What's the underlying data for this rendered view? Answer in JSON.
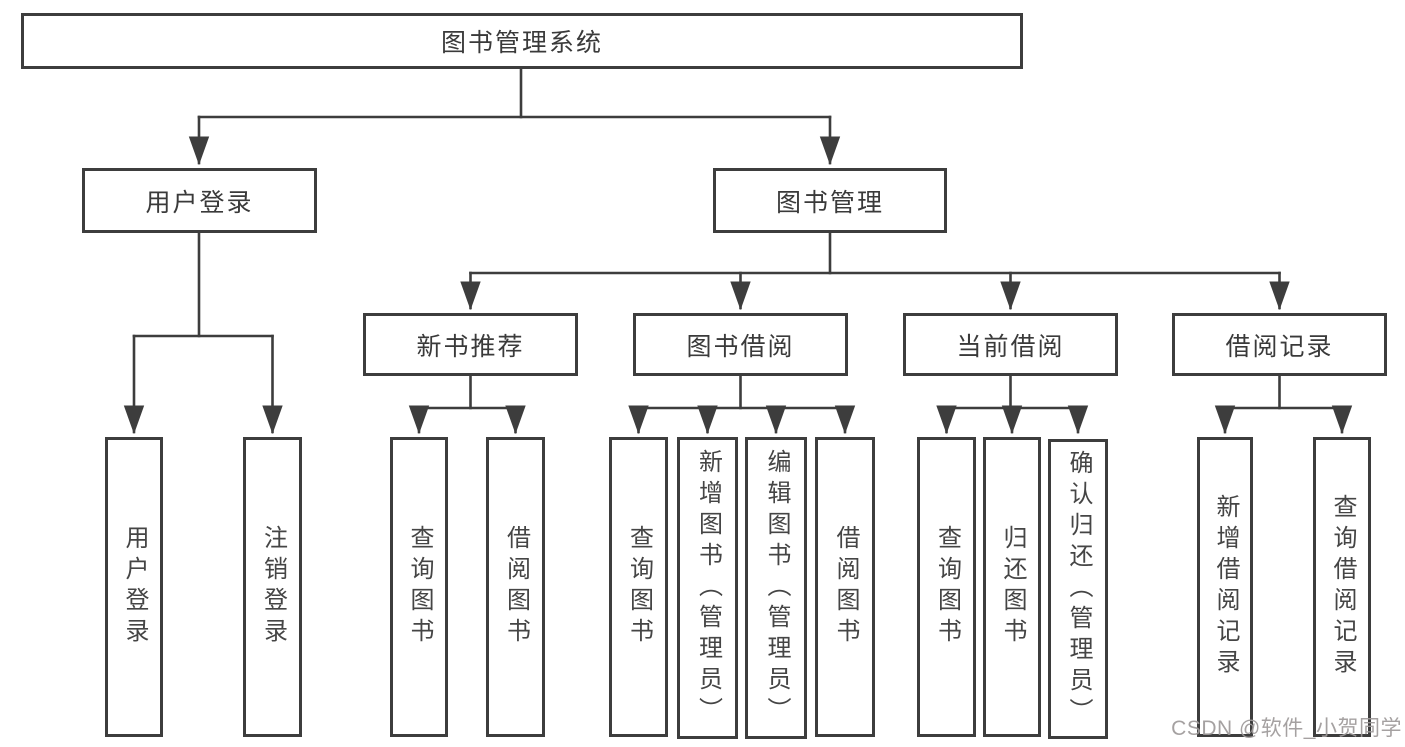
{
  "page": {
    "background": "#ffffff"
  },
  "colors": {
    "line": "#3d3d3d",
    "box_border": "#3d3d3d",
    "title_text": "#3a3a3a",
    "leaf_text": "#454545",
    "watermark_text": "#9e9a9a"
  },
  "watermark": {
    "text": "CSDN @软件_小贺同学"
  },
  "tree": {
    "root": {
      "label": "图书管理系统",
      "children": [
        {
          "label": "用户登录",
          "children": [
            {
              "label": "用户登录"
            },
            {
              "label": "注销登录"
            }
          ]
        },
        {
          "label": "图书管理",
          "children": [
            {
              "label": "新书推荐",
              "children": [
                {
                  "label": "查询图书"
                },
                {
                  "label": "借阅图书"
                }
              ]
            },
            {
              "label": "图书借阅",
              "children": [
                {
                  "label": "查询图书"
                },
                {
                  "label": "新增图书（管理员）"
                },
                {
                  "label": "编辑图书（管理员）"
                },
                {
                  "label": "借阅图书"
                }
              ]
            },
            {
              "label": "当前借阅",
              "children": [
                {
                  "label": "查询图书"
                },
                {
                  "label": "归还图书"
                },
                {
                  "label": "确认归还（管理员）"
                }
              ]
            },
            {
              "label": "借阅记录",
              "children": [
                {
                  "label": "新增借阅记录"
                },
                {
                  "label": "查询借阅记录"
                }
              ]
            }
          ]
        }
      ]
    }
  }
}
